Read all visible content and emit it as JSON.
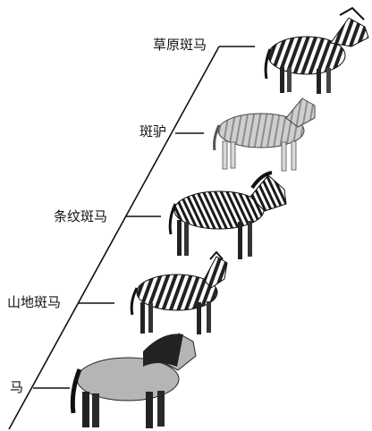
{
  "figure": {
    "labels": {
      "grassland_zebra": "草原斑马",
      "quagga": "斑驴",
      "grevys_zebra": "条纹斑马",
      "mountain_zebra": "山地斑马",
      "horse": "马"
    },
    "icons": [
      "grassland-zebra-illustration",
      "quagga-illustration",
      "grevys-zebra-illustration",
      "mountain-zebra-illustration",
      "horse-illustration"
    ]
  }
}
